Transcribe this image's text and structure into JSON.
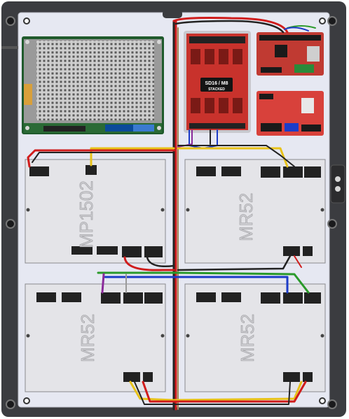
{
  "enclosure": {
    "backplate_color": "#e6e8f2",
    "frame_color": "#3b3c40"
  },
  "power_supply": {
    "name": "power-supply-board"
  },
  "sd16_module": {
    "label_line1": "SD16 / M8",
    "label_line2": "STACKED",
    "board_color": "#c8322c"
  },
  "controller_boards": {
    "top_right_color": "#c03a32",
    "lower_right_color": "#d8413b"
  },
  "panels": [
    {
      "name": "mp1502-panel",
      "label": "MP1502"
    },
    {
      "name": "mr52-panel-top-right",
      "label": "MR52"
    },
    {
      "name": "mr52-panel-bottom-left",
      "label": "MR52"
    },
    {
      "name": "mr52-panel-bottom-right",
      "label": "MR52"
    }
  ],
  "wiring": {
    "colors": [
      "#d01c1c",
      "#222222",
      "#e8c21a",
      "#1c3cc8",
      "#2a9a2a",
      "#8a2a9a",
      "#a08a5a"
    ]
  }
}
